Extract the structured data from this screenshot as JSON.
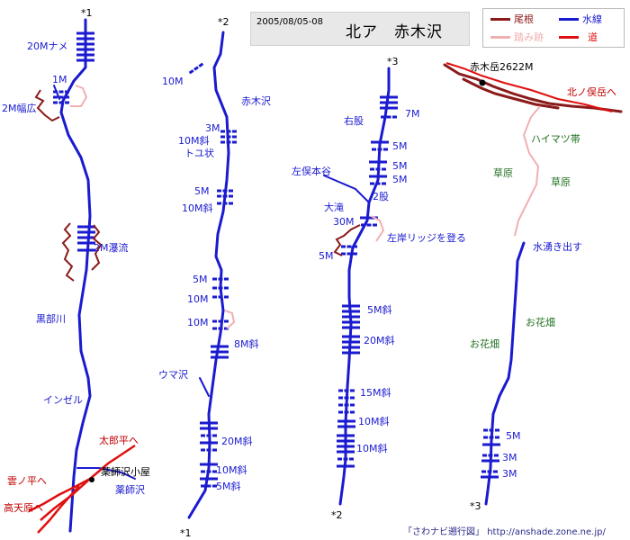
{
  "title": {
    "date": "2005/08/05-08",
    "name": "北ア　赤木沢"
  },
  "legend": {
    "ridge": "尾根",
    "stream": "水線",
    "faint_trail": "踏み跡",
    "trail": "道",
    "colors": {
      "ridge": "#8b1a1a",
      "stream": "#1a1ad0",
      "faint_trail": "#f0b0b0",
      "trail": "#e01010"
    }
  },
  "markers": {
    "m1_top": "*1",
    "m2_top": "*2",
    "m3_top": "*3",
    "m1_bottom": "*1",
    "m2_bottom": "*2",
    "m3_bottom": "*3"
  },
  "col1": {
    "l1": "20Mナメ",
    "l2": "1M",
    "l3": "2M幅広",
    "l4": "2M瀑流",
    "l5": "黒部川",
    "l6": "インゼル",
    "l7": "太郎平へ",
    "l8": "薬師沢小屋",
    "l9": "雲ノ平へ",
    "l10": "薬師沢",
    "l11": "高天原へ"
  },
  "col2": {
    "l1": "10M",
    "l2": "赤木沢",
    "l3": "3M",
    "l4": "10M斜",
    "l5": "トユ状",
    "l6": "5M",
    "l7": "10M斜",
    "l8": "5M",
    "l9": "10M",
    "l10": "10M",
    "l11": "8M斜",
    "l12": "ウマ沢",
    "l13": "20M斜",
    "l14": "10M斜",
    "l15": "5M斜"
  },
  "col3": {
    "l1": "7M",
    "l2": "右股",
    "l3": "5M",
    "l4": "5M",
    "l5": "5M",
    "l6": "左俣本谷",
    "l7": "2股",
    "l8": "大滝",
    "l9": "30M",
    "l10": "左岸リッジを登る",
    "l11": "5M",
    "l12": "5M斜",
    "l13": "20M斜",
    "l14": "15M斜",
    "l15": "10M斜",
    "l16": "10M斜"
  },
  "col4": {
    "l1": "赤木岳2622M",
    "l2": "北ノ俣岳へ",
    "l3": "ハイマツ帯",
    "l4": "草原",
    "l5": "草原",
    "l6": "水湧き出す",
    "l7": "お花畑",
    "l8": "お花畑",
    "l9": "5M",
    "l10": "3M",
    "l11": "3M"
  },
  "credit": {
    "name": "「さわナビ遡行図」",
    "url": "http://anshade.zone.ne.jp/"
  }
}
